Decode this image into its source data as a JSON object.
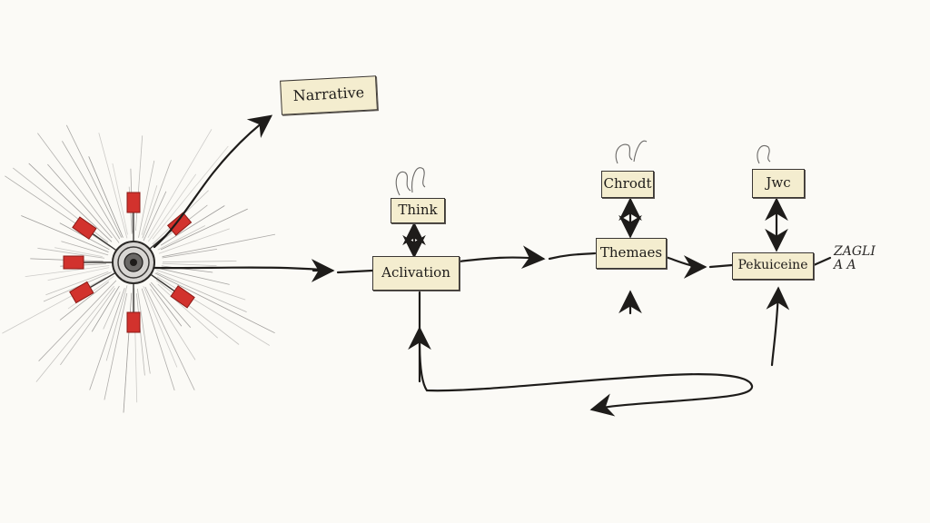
{
  "diagram": {
    "nodes": {
      "narrative": "Narrative",
      "think": "Think",
      "activation": "Aclivation",
      "chroot": "Chrodt",
      "themes": "Themaes",
      "jwc": "Jwc",
      "perceive": "Pekuiceine"
    },
    "side_note": {
      "line1": "ZAGLI",
      "line2": "A A"
    }
  },
  "colors": {
    "paper": "#fbfaf6",
    "ink": "#1e1c1a",
    "box_fill": "#f4edcf",
    "burst_red": "#d2322d"
  }
}
